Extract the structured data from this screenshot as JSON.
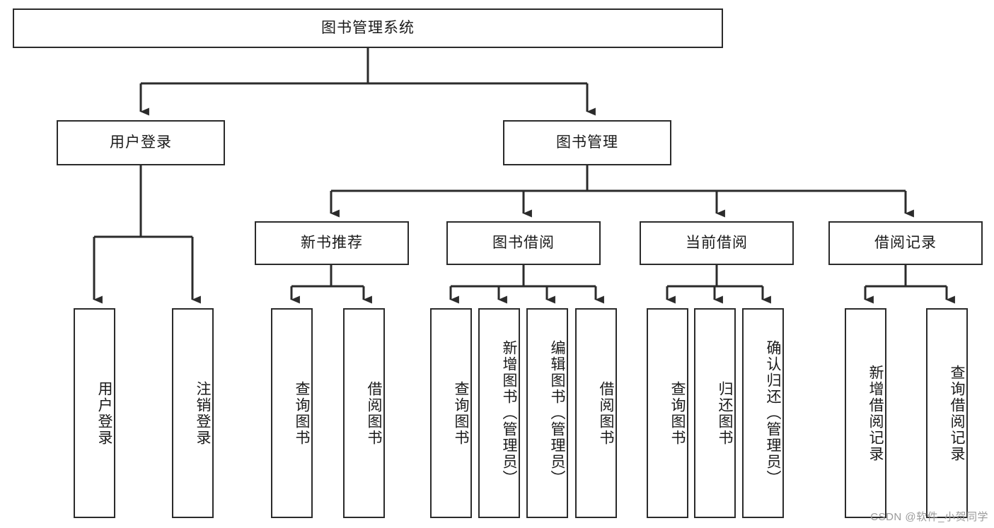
{
  "diagram": {
    "title": "图书管理系统",
    "type": "tree-hierarchy",
    "root": {
      "label": "图书管理系统"
    },
    "level1": [
      {
        "label": "用户登录"
      },
      {
        "label": "图书管理"
      }
    ],
    "level2": [
      {
        "label": "新书推荐"
      },
      {
        "label": "图书借阅"
      },
      {
        "label": "当前借阅"
      },
      {
        "label": "借阅记录"
      }
    ],
    "leaves": {
      "user_login": [
        {
          "label": "用户登录"
        },
        {
          "label": "注销登录"
        }
      ],
      "new_book_recommend": [
        {
          "label": "查询图书"
        },
        {
          "label": "借阅图书"
        }
      ],
      "book_borrow": [
        {
          "label": "查询图书"
        },
        {
          "label": "新增图书（管理员）"
        },
        {
          "label": "编辑图书（管理员）"
        },
        {
          "label": "借阅图书"
        }
      ],
      "current_borrow": [
        {
          "label": "查询图书"
        },
        {
          "label": "归还图书"
        },
        {
          "label": "确认归还（管理员）"
        }
      ],
      "borrow_record": [
        {
          "label": "新增借阅记录"
        },
        {
          "label": "查询借阅记录"
        }
      ]
    }
  },
  "watermark": {
    "text": "CSDN @软件_小贺同学"
  },
  "colors": {
    "stroke": "#2b2b2b",
    "fill": "#ffffff",
    "text": "#1a1a1a",
    "watermark": "#9a9a9a"
  }
}
